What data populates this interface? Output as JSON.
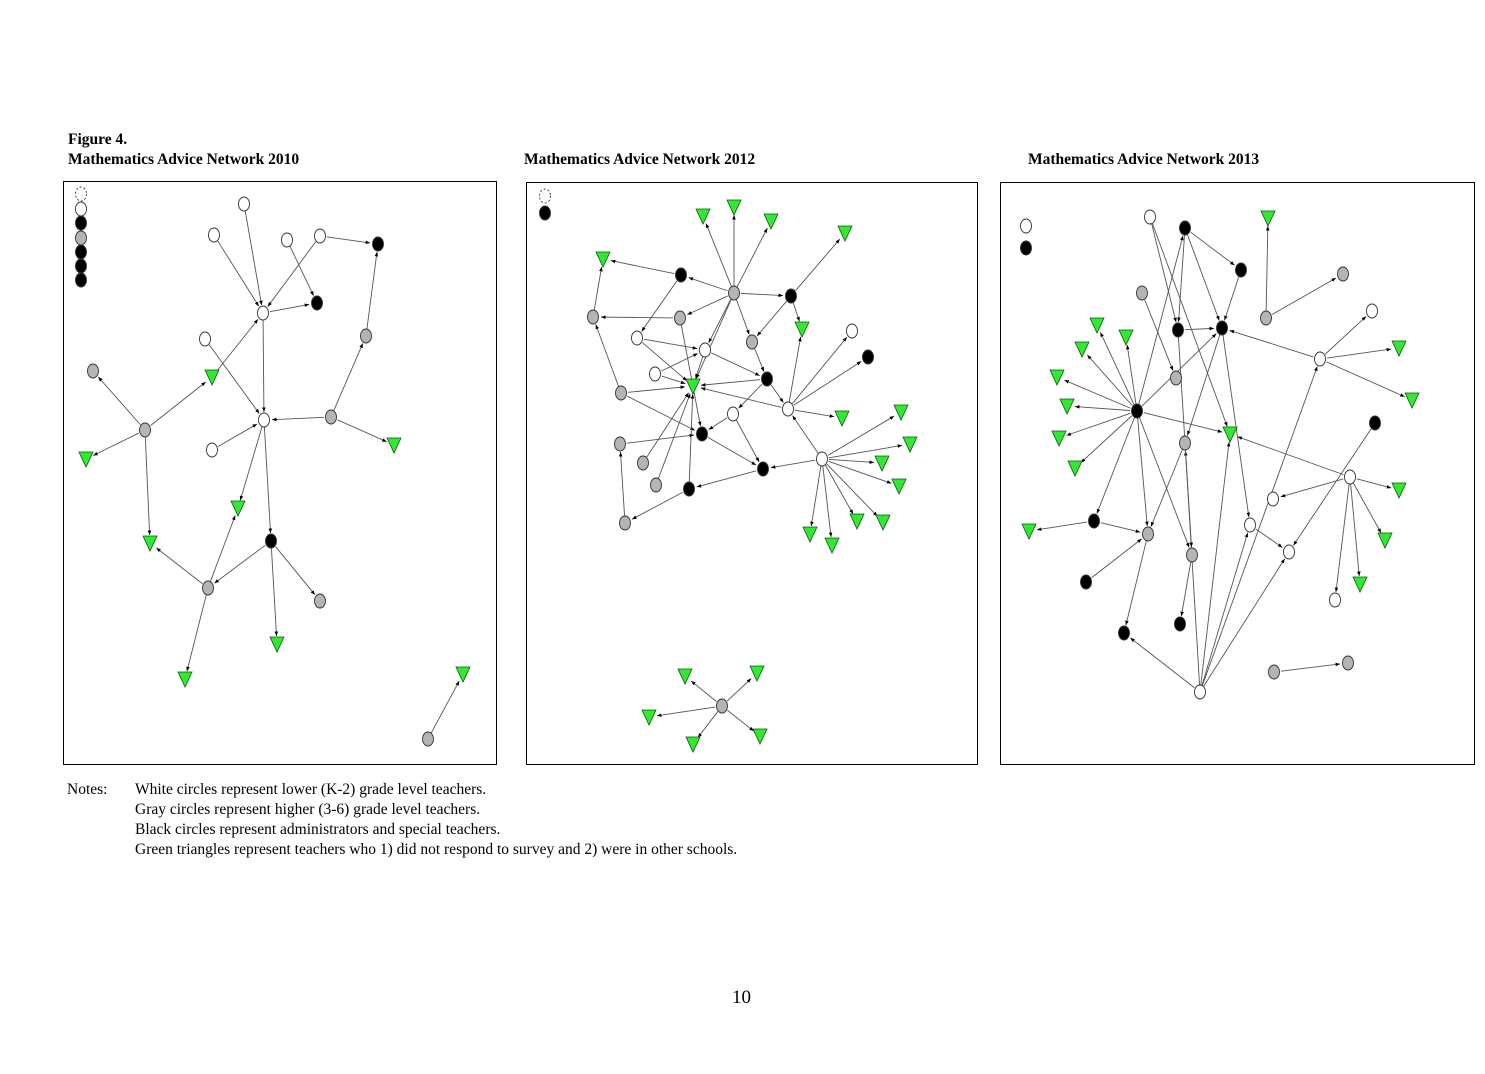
{
  "figure_label": "Figure 4.",
  "panels": [
    {
      "title": "Mathematics Advice Network 2010"
    },
    {
      "title": "Mathematics Advice Network 2012"
    },
    {
      "title": "Mathematics Advice Network 2013"
    }
  ],
  "notes": {
    "label": "Notes:",
    "lines": [
      "White circles represent lower (K-2) grade level teachers.",
      "Gray circles represent higher (3-6) grade level teachers.",
      "Black circles represent administrators and special teachers.",
      "Green triangles represent teachers who 1) did not respond to survey and 2) were in other schools."
    ]
  },
  "page_number": "10",
  "colors": {
    "white_node": "#ffffff",
    "gray_node": "#b4b4b4",
    "black_node": "#000000",
    "triangle_node": "#33e833"
  }
}
